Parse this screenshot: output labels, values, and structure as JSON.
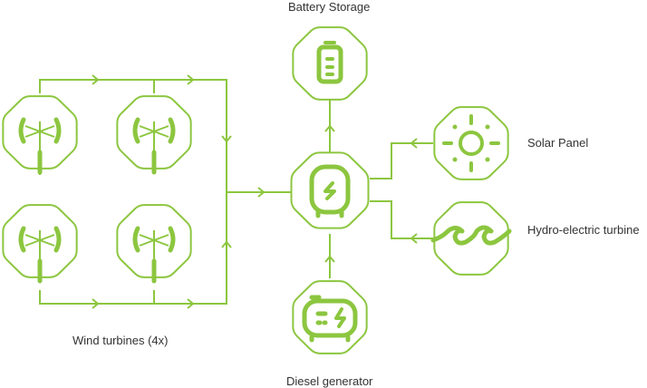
{
  "colors": {
    "accent": "#8cc63f",
    "text": "#333333"
  },
  "labels": {
    "battery": "Battery Storage",
    "solar": "Solar Panel",
    "hydro": "Hydro-electric turbine",
    "wind": "Wind turbines (4x)",
    "diesel": "Diesel generator"
  },
  "nodes": [
    {
      "id": "wind-1",
      "icon": "wind-turbine-icon"
    },
    {
      "id": "wind-2",
      "icon": "wind-turbine-icon"
    },
    {
      "id": "wind-3",
      "icon": "wind-turbine-icon"
    },
    {
      "id": "wind-4",
      "icon": "wind-turbine-icon"
    },
    {
      "id": "hub",
      "icon": "inverter-icon"
    },
    {
      "id": "battery",
      "icon": "battery-icon"
    },
    {
      "id": "diesel",
      "icon": "generator-icon"
    },
    {
      "id": "solar",
      "icon": "sun-icon"
    },
    {
      "id": "hydro",
      "icon": "wave-icon"
    }
  ]
}
